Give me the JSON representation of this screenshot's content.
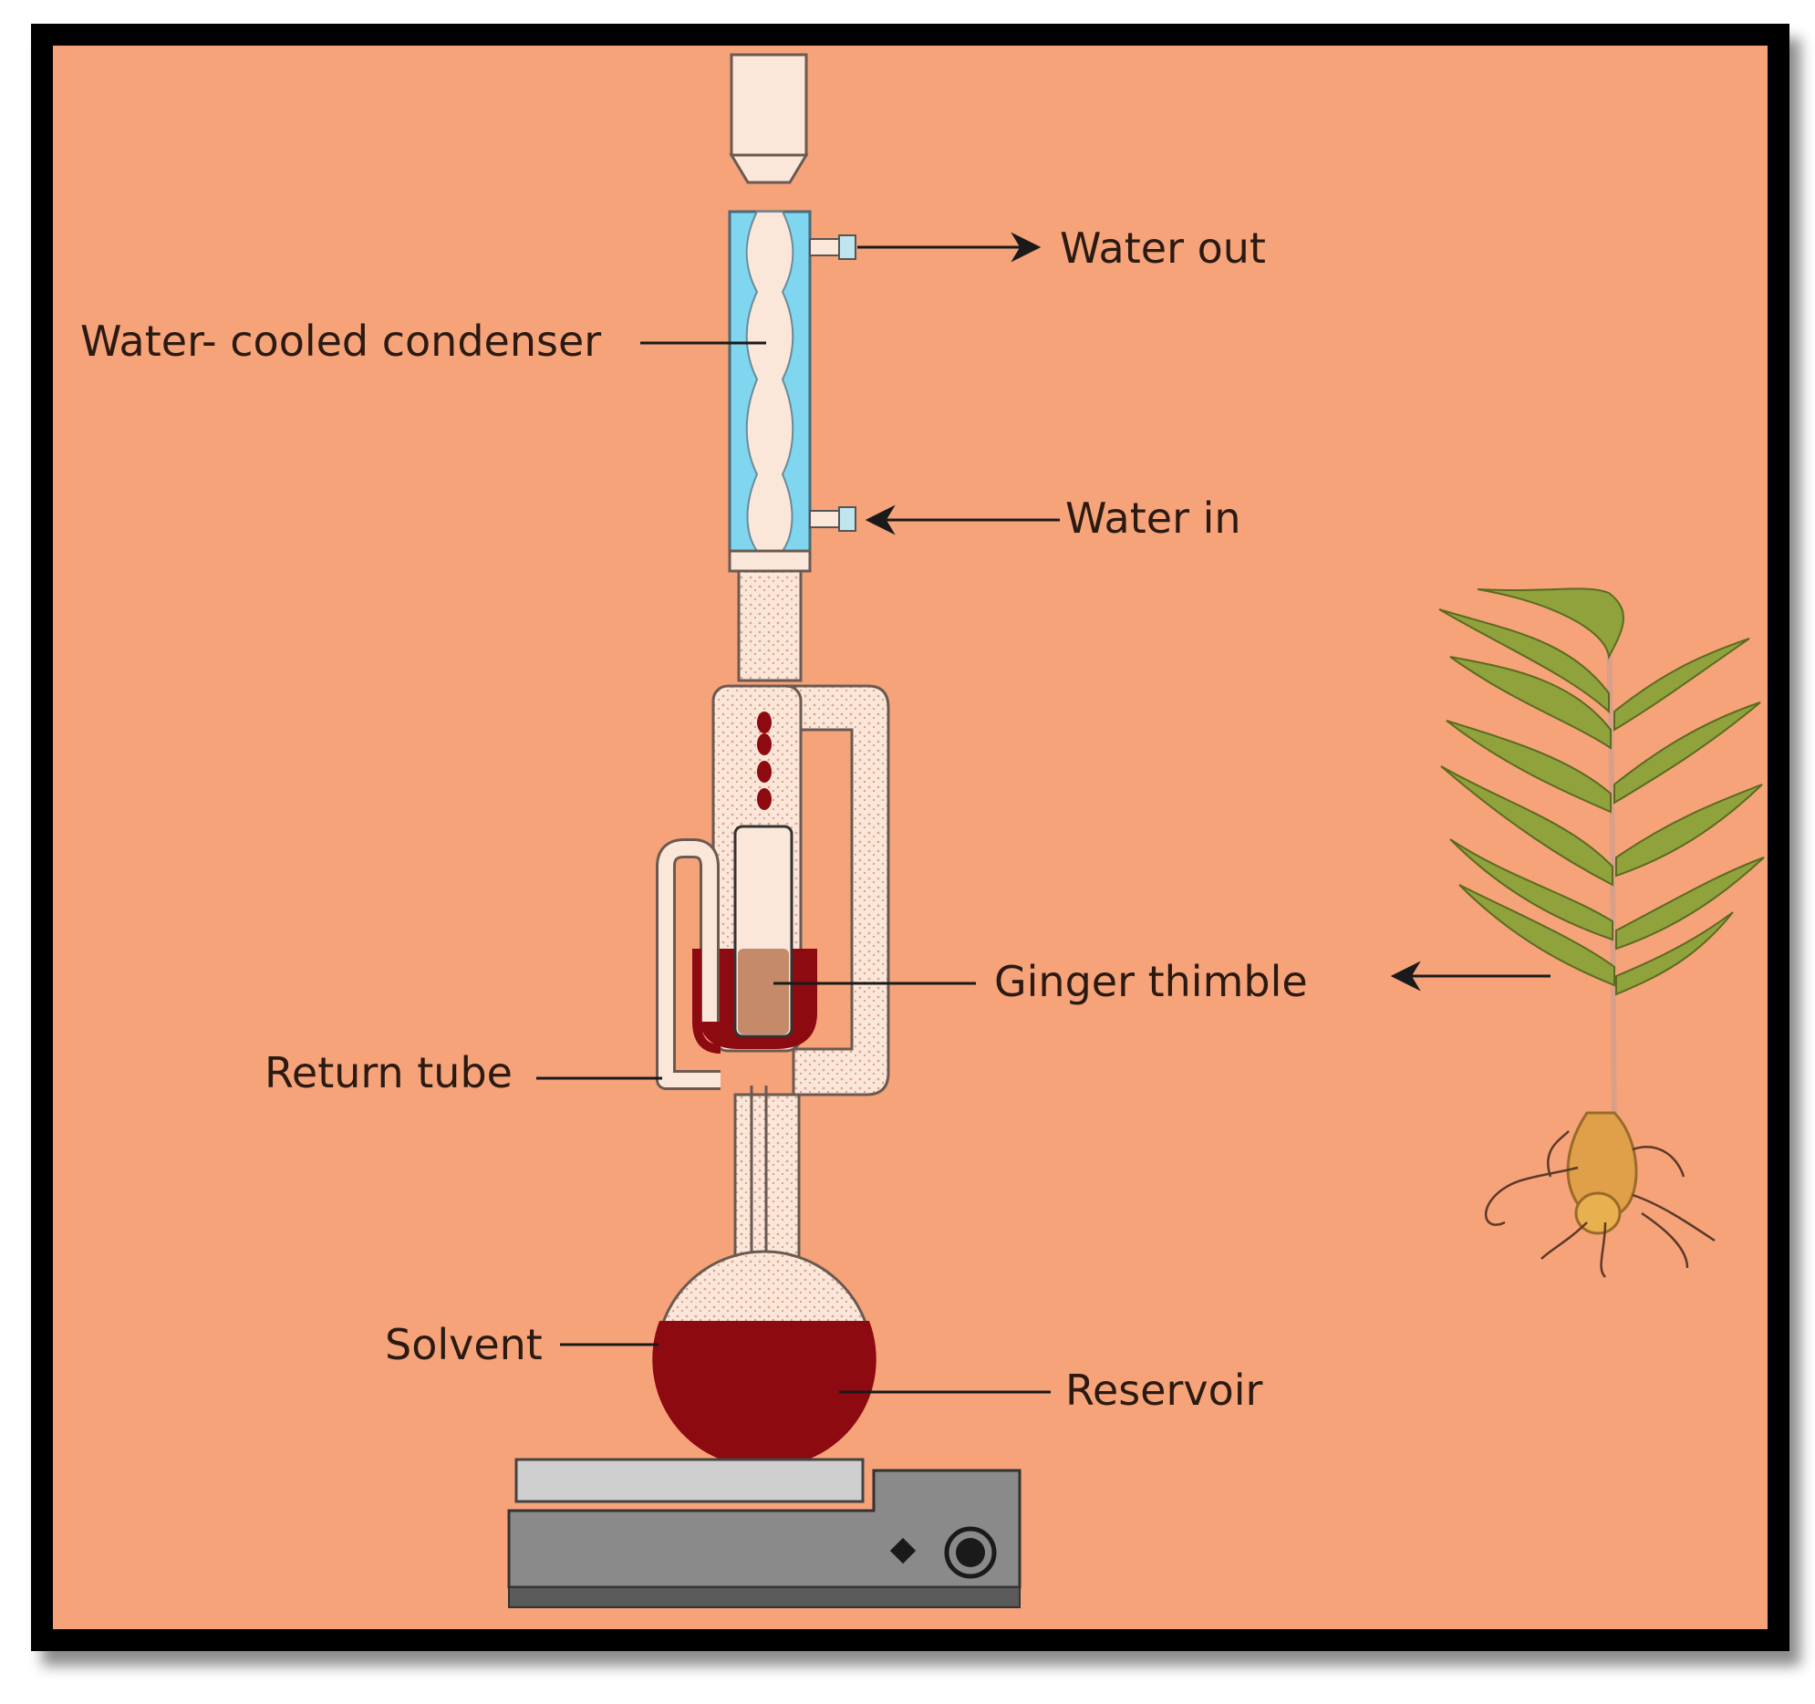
{
  "labels": {
    "water_out": "Water out",
    "condenser": "Water- cooled condenser",
    "water_in": "Water in",
    "ginger_thimble": "Ginger  thimble",
    "return_tube": "Return tube",
    "solvent": "Solvent",
    "reservoir": "Reservoir"
  },
  "colors": {
    "background": "#f7a37a",
    "frame": "#000000",
    "glass": "#fbe7da",
    "condenser_water": "#7fd6ee",
    "solvent": "#8c0a10",
    "ginger_powder": "#c48a6a",
    "hotplate": "#8a8a8a",
    "leaf": "#8fa23c",
    "root": "#e0a04a"
  }
}
